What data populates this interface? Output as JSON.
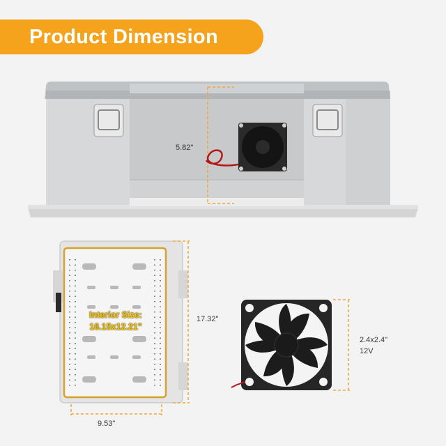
{
  "banner": {
    "title": "Product Dimension",
    "color": "#f5a21d"
  },
  "dimensions": {
    "height": "5.82\"",
    "length": "17.32\"",
    "width": "9.53\""
  },
  "interior": {
    "line1": "Interior Size:",
    "line2": "16.15x12.21\""
  },
  "fan": {
    "size": "2.4x2.4\"",
    "voltage": "12V"
  },
  "colors": {
    "accent": "#f5a21d",
    "dimension_line": "#f2a63a",
    "enclosure": "#d9d9d9",
    "fan": "#1c1c1c"
  }
}
